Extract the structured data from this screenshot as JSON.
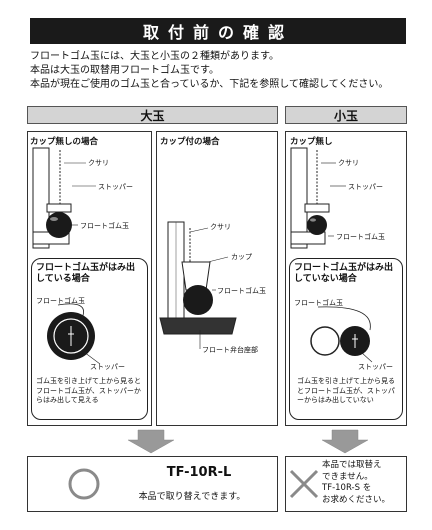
{
  "title": "取付前の確認",
  "intro": [
    "フロートゴム玉には、大玉と小玉の２種類があります。",
    "本品は大玉の取替用フロートゴム玉です。",
    "本品が現在ご使用のゴム玉と合っているか、下記を参照して確認してください。"
  ],
  "headers": {
    "large": "大玉",
    "small": "小玉"
  },
  "panel1": {
    "title": "カップ無しの場合",
    "labels": {
      "chain": "クサリ",
      "stopper": "ストッパー",
      "float": "フロートゴム玉"
    },
    "inset": {
      "title": "フロートゴム玉がはみ出している場合",
      "float_label": "フロートゴム玉",
      "stopper_label": "ストッパー",
      "note": "ゴム玉を引き上げて上から見るとフロートゴム玉が、ストッパーからはみ出して見える"
    }
  },
  "panel2": {
    "title": "カップ付の場合",
    "labels": {
      "chain": "クサリ",
      "cup": "カップ",
      "float": "フロートゴム玉",
      "valve_seat": "フロート弁台座部"
    }
  },
  "panel3": {
    "title": "カップ無し",
    "labels": {
      "chain": "クサリ",
      "stopper": "ストッパー",
      "float": "フロートゴム玉"
    },
    "inset": {
      "title": "フロートゴム玉がはみ出していない場合",
      "float_label": "フロートゴム玉",
      "stopper_label": "ストッパー",
      "note": "ゴム玉を引き上げて上から見るとフロートゴム玉が、ストッパーからはみ出していない"
    }
  },
  "result_ok": {
    "symbol": "○",
    "model": "TF-10R-L",
    "text": "本品で取り替えできます。"
  },
  "result_ng": {
    "symbol": "×",
    "lines": [
      "本品では取替え",
      "できません。",
      "TF-10R-S を",
      "お求めください。"
    ]
  }
}
